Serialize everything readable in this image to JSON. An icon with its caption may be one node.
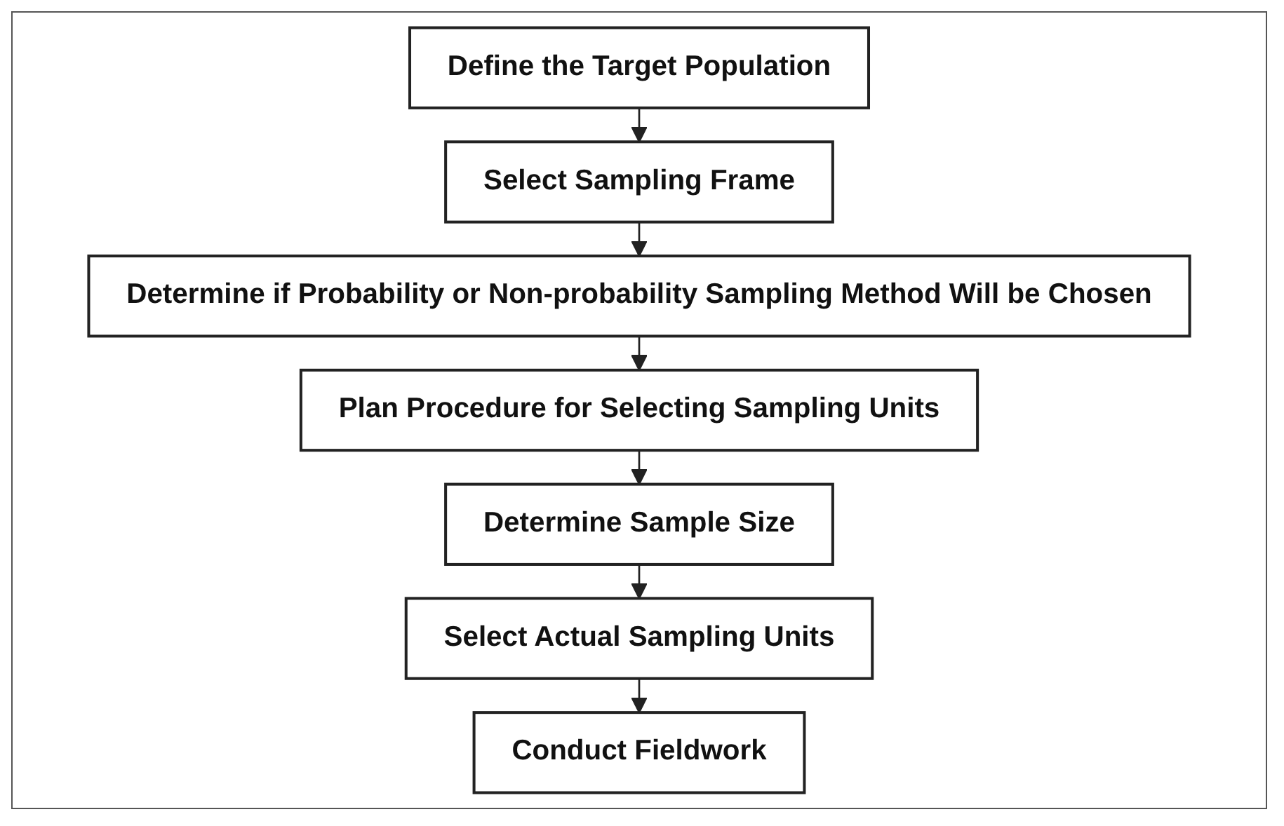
{
  "diagram": {
    "nodes": [
      {
        "text": [
          "Define the Target Population"
        ]
      },
      {
        "text": [
          "Select Sampling Frame"
        ]
      },
      {
        "text": [
          "Determine if Probability or Non-probability Sampling Method Will be Chosen"
        ]
      },
      {
        "text": [
          "Plan Procedure for Selecting Sampling Units"
        ]
      },
      {
        "text": [
          "Determine Sample Size"
        ]
      },
      {
        "text": [
          "Select Actual Sampling Units"
        ]
      },
      {
        "text": [
          "Conduct Fieldwork"
        ]
      }
    ],
    "edges": [
      {
        "from": 0,
        "to": 1,
        "arrow": "to"
      },
      {
        "from": 1,
        "to": 2,
        "arrow": "to"
      },
      {
        "from": 2,
        "to": 3,
        "arrow": "to"
      },
      {
        "from": 3,
        "to": 4,
        "arrow": "to"
      },
      {
        "from": 4,
        "to": 5,
        "arrow": "to"
      },
      {
        "from": 5,
        "to": 6,
        "arrow": "to"
      }
    ]
  }
}
